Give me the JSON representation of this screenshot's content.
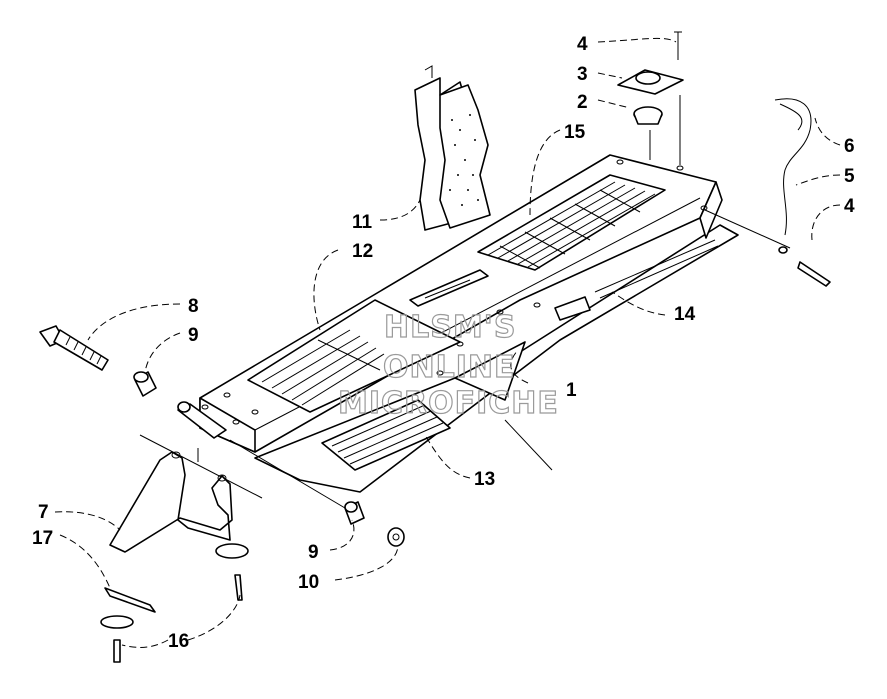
{
  "watermark": {
    "line1": "HLSM'S",
    "line2": "ONLINE",
    "line3": "MICROFICHE"
  },
  "callouts": [
    {
      "id": "c1",
      "text": "1"
    },
    {
      "id": "c2",
      "text": "2"
    },
    {
      "id": "c3",
      "text": "3"
    },
    {
      "id": "c4a",
      "text": "4"
    },
    {
      "id": "c4b",
      "text": "4"
    },
    {
      "id": "c5",
      "text": "5"
    },
    {
      "id": "c6",
      "text": "6"
    },
    {
      "id": "c7",
      "text": "7"
    },
    {
      "id": "c8",
      "text": "8"
    },
    {
      "id": "c9a",
      "text": "9"
    },
    {
      "id": "c9b",
      "text": "9"
    },
    {
      "id": "c10",
      "text": "10"
    },
    {
      "id": "c11",
      "text": "11"
    },
    {
      "id": "c12",
      "text": "12"
    },
    {
      "id": "c13",
      "text": "13"
    },
    {
      "id": "c14",
      "text": "14"
    },
    {
      "id": "c15",
      "text": "15"
    },
    {
      "id": "c16",
      "text": "16"
    },
    {
      "id": "c17",
      "text": "17"
    }
  ]
}
